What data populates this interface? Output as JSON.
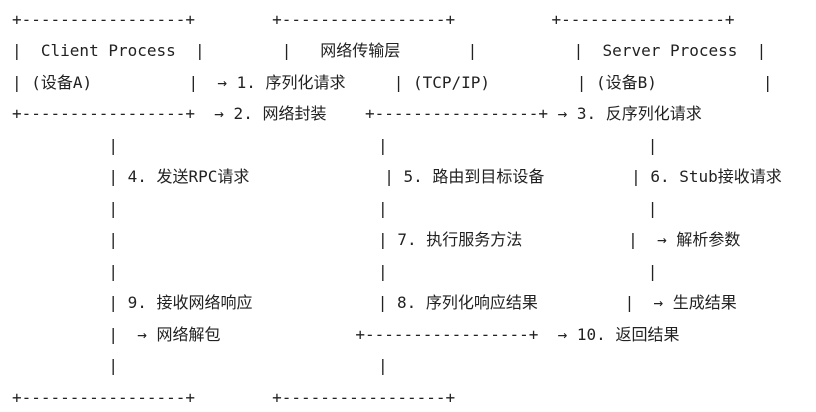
{
  "diagram": {
    "lines": [
      "+-----------------+        +-----------------+          +-----------------+",
      "|  Client Process  |        |   网络传输层       |          |  Server Process  |",
      "| (设备A)          |  → 1. 序列化请求     | (TCP/IP)         | (设备B)           |",
      "+-----------------+  → 2. 网络封装    +-----------------+ → 3. 反序列化请求",
      "          |                           |                           |",
      "          | 4. 发送RPC请求              | 5. 路由到目标设备         | 6. Stub接收请求",
      "          |                           |                           |",
      "          |                           | 7. 执行服务方法           |  → 解析参数",
      "          |                           |                           |",
      "          | 9. 接收网络响应             | 8. 序列化响应结果         |  → 生成结果",
      "          |  → 网络解包              +-----------------+  → 10. 返回结果",
      "          |                           |",
      "+-----------------+        +-----------------+"
    ]
  }
}
